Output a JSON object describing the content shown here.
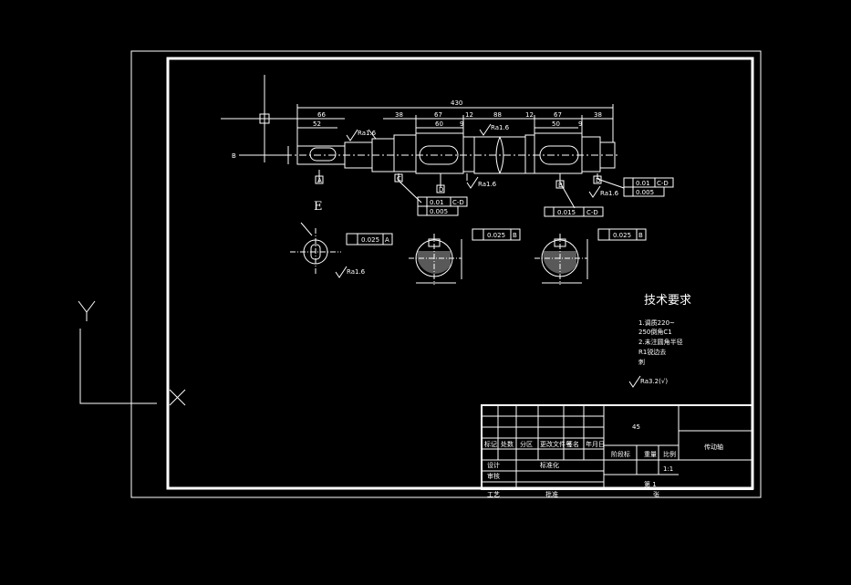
{
  "drawing": {
    "material": "45",
    "part_name": "传动轴",
    "sheet": "第 1",
    "sheets_total": "张",
    "stage_mark_label": "阶段标",
    "weight_label": "重量",
    "scale_label": "比例",
    "weight_value": "1:1",
    "view_label": "E",
    "datum_labels": [
      "B",
      "A",
      "C",
      "D",
      "B",
      "D"
    ],
    "overall_length": "430",
    "dims_top": [
      "66",
      "52",
      "38",
      "67",
      "60",
      "12",
      "88",
      "12",
      "67",
      "50",
      "38",
      "9",
      "9"
    ],
    "surface_finish": "Ra1.6",
    "tolerances": {
      "t1": "0.01",
      "t1_ref": "C-D",
      "t2": "0.005",
      "t3": "0.01",
      "t3_ref": "C-D",
      "t4": "0.005",
      "t5": "0.015",
      "t5_ref": "C-D",
      "t6": "0.025",
      "t6_ref": "A",
      "t7": "0.025",
      "t7_ref": "B",
      "t8": "0.025",
      "t8_ref": "B"
    },
    "tech_req_title": "技术要求",
    "tech_req_lines": [
      "1.调质220~",
      "250倒角C1",
      "2.未注圆角半径",
      "R1锐边去",
      "刺"
    ],
    "roughness_note": "Ra3.2(√)",
    "title_block_headers": [
      "标记",
      "处数",
      "分区",
      "更改文件号",
      "签名",
      "年月日"
    ],
    "title_block_rows": [
      "设计",
      "标准化",
      "审核",
      "工艺",
      "批准"
    ],
    "ucs_x": "X",
    "ucs_y": "Y"
  }
}
